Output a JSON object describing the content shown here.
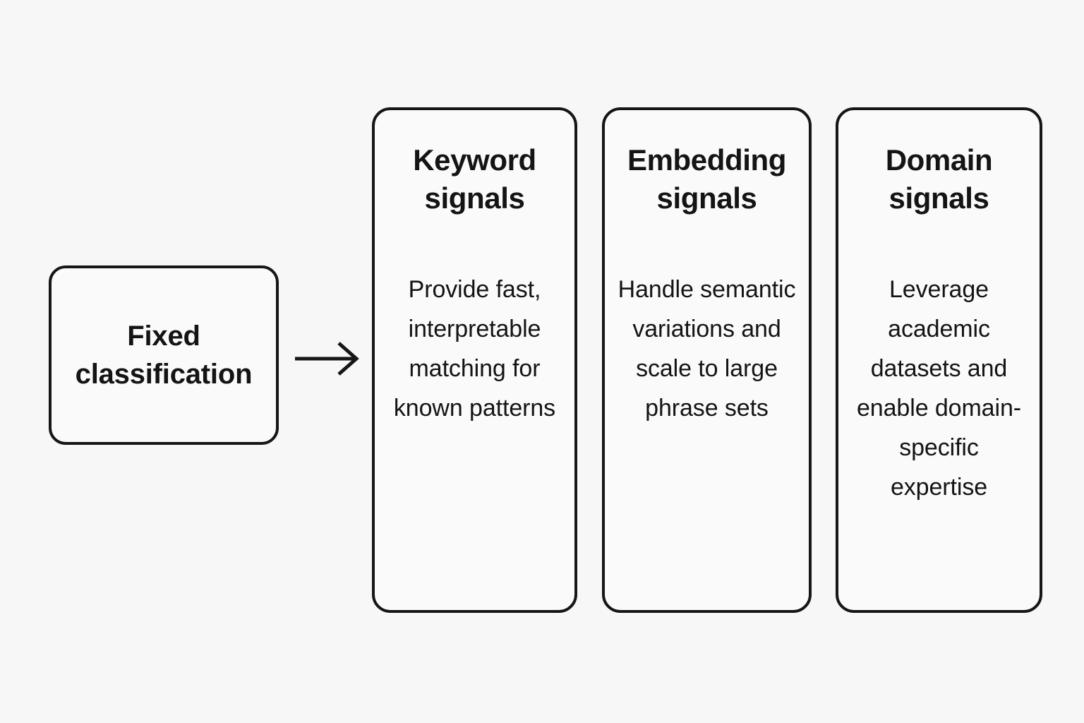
{
  "diagram": {
    "background_color": "#f7f7f8",
    "stroke_color": "#161616",
    "text_color": "#141414",
    "source": {
      "label": "Fixed\nclassification"
    },
    "connector": {
      "kind": "arrow-right-icon"
    },
    "cards": [
      {
        "title": "Keyword\nsignals",
        "body": "Provide fast, interpretable matching for known patterns"
      },
      {
        "title": "Embedding\nsignals",
        "body": "Handle semantic variations and scale to large phrase sets"
      },
      {
        "title": "Domain\nsignals",
        "body": "Leverage academic datasets and enable domain-specific expertise"
      }
    ]
  }
}
